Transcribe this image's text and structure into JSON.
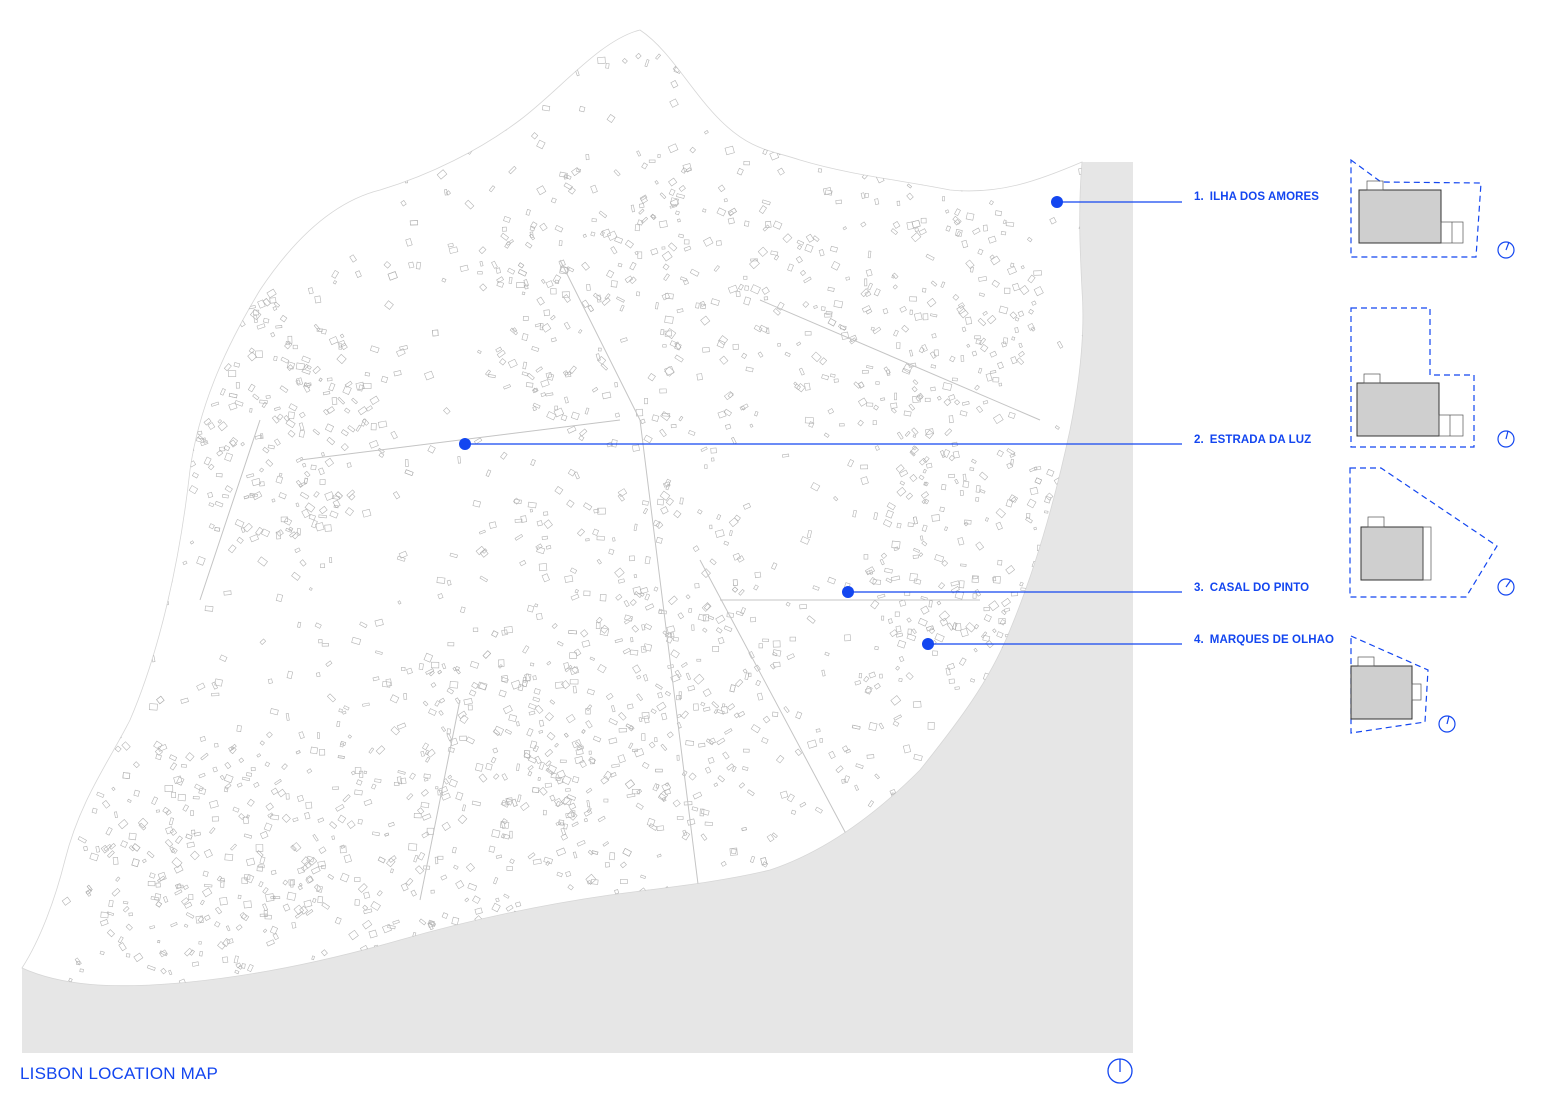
{
  "title": "LISBON LOCATION MAP",
  "accent_color": "#1346f0",
  "water_color": "#e6e6e6",
  "building_color": "#a8a8a8",
  "map": {
    "north_arrow_icon": "north-arrow-icon",
    "sites": [
      {
        "number": "1.",
        "name": "ILHA DOS AMORES"
      },
      {
        "number": "2.",
        "name": "ESTRADA DA LUZ"
      },
      {
        "number": "3.",
        "name": "CASAL DO PINTO"
      },
      {
        "number": "4.",
        "name": "MARQUES DE OLHAO"
      }
    ]
  }
}
